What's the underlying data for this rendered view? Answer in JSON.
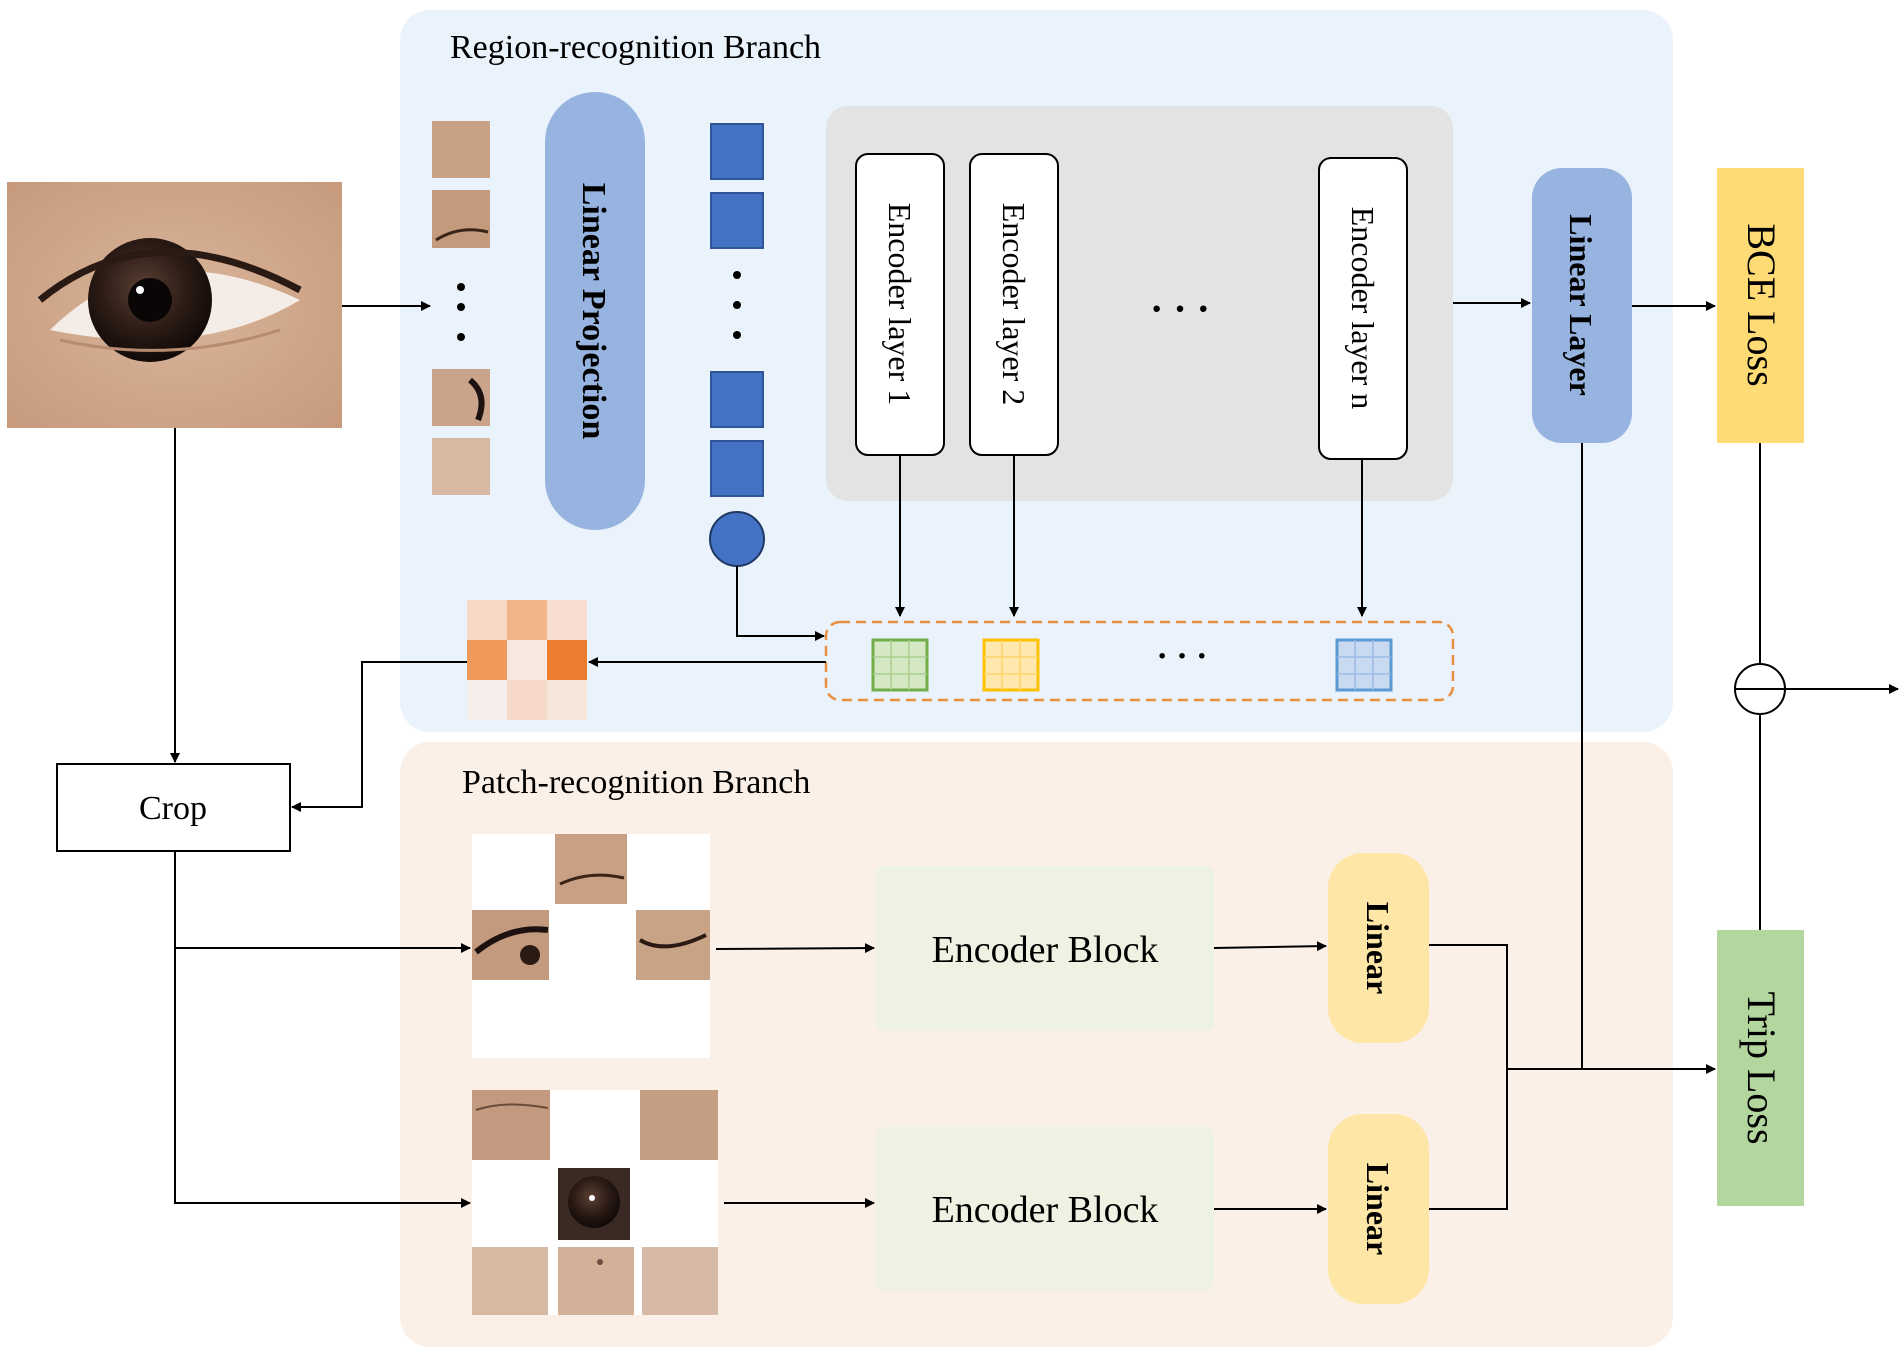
{
  "region_branch": {
    "title": "Region-recognition Branch",
    "linear_projection": "Linear Projection",
    "encoder_layers": [
      "Encoder layer 1",
      "Encoder layer 2",
      "Encoder layer n"
    ],
    "ellipsis": "· · ·",
    "linear_layer": "Linear Layer"
  },
  "patch_branch": {
    "title": "Patch-recognition Branch",
    "encoder_blocks": [
      "Encoder Block",
      "Encoder Block"
    ],
    "linear_labels": [
      "Linear",
      "Linear"
    ]
  },
  "crop_label": "Crop",
  "losses": {
    "bce": "BCE Loss",
    "trip": "Trip Loss"
  },
  "colors": {
    "region_bg": "#eaf2fb",
    "patch_bg": "#fbf0e7",
    "token_blue": "#4472c4",
    "pill_blue": "#97b3df",
    "encoder_gray": "#e3e3e3",
    "bce_yellow": "#ffdb75",
    "trip_green": "#b3d59e",
    "encoder_block_green": "#eef2e2",
    "linear_yellow": "#fde6a6",
    "attention_orange": "#ee8a3f",
    "dashed_orange": "#e88f3e"
  }
}
